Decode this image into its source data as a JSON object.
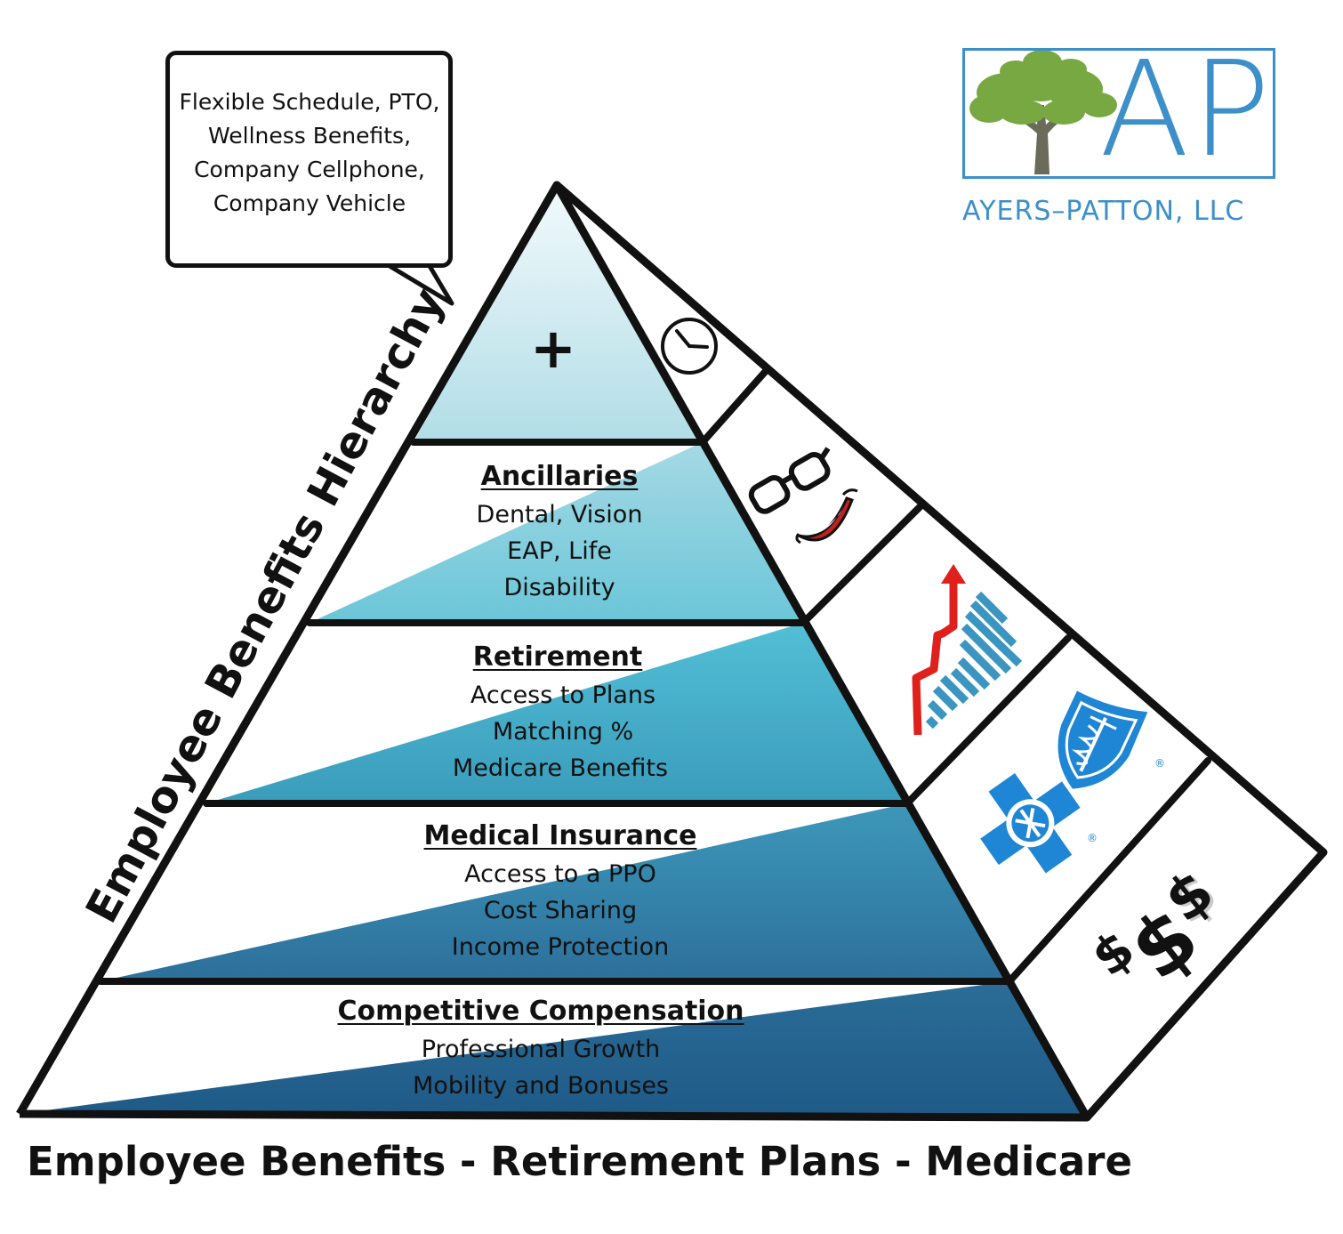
{
  "callout": {
    "lines": [
      "Flexible Schedule, PTO,",
      "Wellness Benefits,",
      "Company Cellphone,",
      "Company Vehicle"
    ]
  },
  "side_title": "Employee Benefits Hierarchy",
  "apex_symbol": "+",
  "tiers": [
    {
      "title": "Ancillaries",
      "lines": [
        "Dental, Vision",
        "EAP, Life",
        "Disability"
      ]
    },
    {
      "title": "Retirement",
      "lines": [
        "Access to Plans",
        "Matching %",
        "Medicare Benefits"
      ]
    },
    {
      "title": "Medical Insurance",
      "lines": [
        "Access to a PPO",
        "Cost Sharing",
        "Income Protection"
      ]
    },
    {
      "title": "Competitive Compensation",
      "lines": [
        "Professional Growth",
        "Mobility and Bonuses"
      ]
    }
  ],
  "side_icons": [
    "clock-icon",
    "glasses-smile-icon",
    "growth-chart-icon",
    "blue-cross-blue-shield-icon",
    "dollar-signs-icon"
  ],
  "logo": {
    "letters": "AP",
    "name": "AYERS–PATTON, LLC",
    "color": "#3d8fc9",
    "tree_color": "#78a842"
  },
  "bottom_title": "Employee Benefits - Retirement Plans - Medicare",
  "colors": {
    "apex_top": "#f2fafc",
    "apex_bottom": "#b1dde7",
    "tier1_top": "#a6d9e5",
    "tier1_bottom": "#6ac6d8",
    "tier2_top": "#52bfd6",
    "tier2_bottom": "#3a9cbb",
    "tier3_top": "#3d98ba",
    "tier3_bottom": "#2c6f9b",
    "tier4_top": "#2b6d98",
    "tier4_bottom": "#1f5a87",
    "bcbs_blue": "#1f86d6",
    "arrow_red": "#e0201c",
    "bars_blue": "#3a95c0"
  }
}
